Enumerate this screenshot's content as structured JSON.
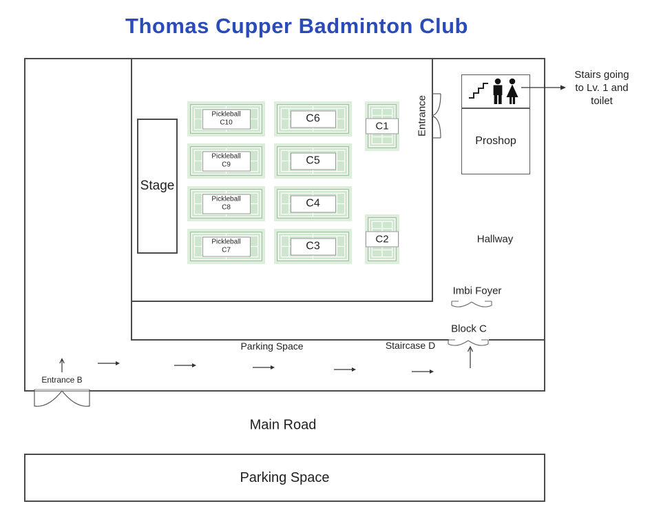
{
  "title": "Thomas Cupper Badminton Club",
  "annotation": {
    "line1": "Stairs going",
    "line2": "to Lv. 1 and",
    "line3": "toilet"
  },
  "hall": {
    "stage": "Stage",
    "entrance": "Entrance",
    "courts": {
      "pickleball_word": "Pickleball",
      "c10": "C10",
      "c9": "C9",
      "c8": "C8",
      "c7": "C7",
      "c6": "C6",
      "c5": "C5",
      "c4": "C4",
      "c3": "C3",
      "c1": "C1",
      "c2": "C2"
    }
  },
  "right_wing": {
    "proshop": "Proshop",
    "hallway": "Hallway",
    "imbi_foyer": "Imbi Foyer",
    "block_c": "Block C"
  },
  "corridor": {
    "parking_space": "Parking Space",
    "staircase_d": "Staircase D",
    "entrance_b": "Entrance B"
  },
  "outside": {
    "main_road": "Main Road",
    "parking_space": "Parking Space"
  },
  "colors": {
    "title_blue": "#2b4cb8",
    "wall_gray": "#4a4a4a",
    "court_fill": "#cde6cd",
    "court_halo": "#ddeedd",
    "court_line": "#ffffff",
    "icon_black": "#111111"
  }
}
